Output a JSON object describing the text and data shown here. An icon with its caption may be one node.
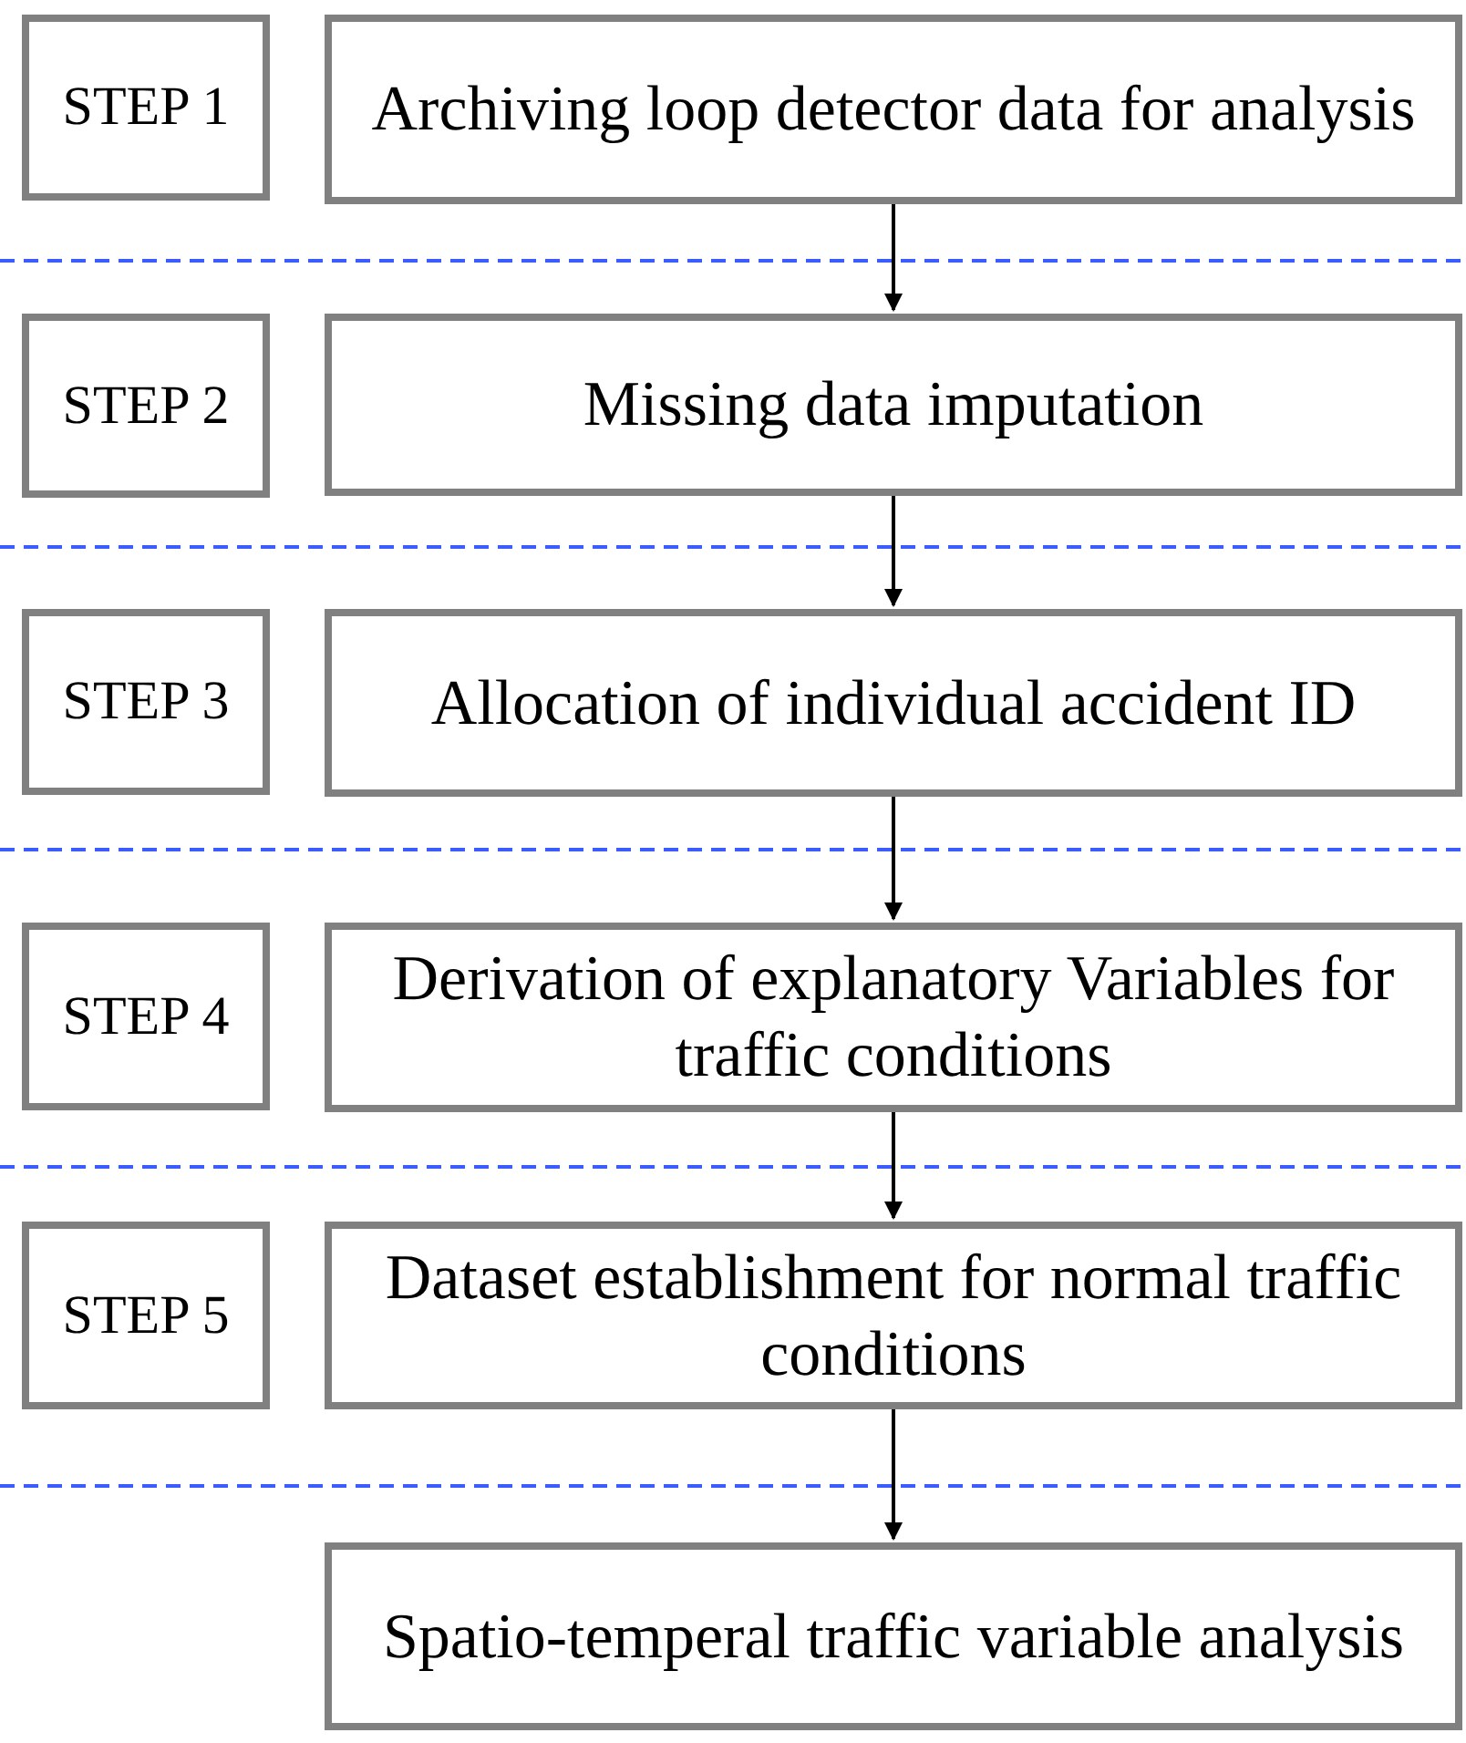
{
  "diagram": {
    "nodes": [
      {
        "text": [
          "STEP 1"
        ]
      },
      {
        "text": [
          "Archiving loop detector data for analysis"
        ]
      },
      {
        "text": [
          "STEP 2"
        ]
      },
      {
        "text": [
          "Missing data imputation"
        ]
      },
      {
        "text": [
          "STEP 3"
        ]
      },
      {
        "text": [
          "Allocation of individual accident ID"
        ]
      },
      {
        "text": [
          "STEP 4"
        ]
      },
      {
        "text": [
          "Derivation of explanatory Variables for traffic conditions"
        ]
      },
      {
        "text": [
          "STEP 5"
        ]
      },
      {
        "text": [
          "Dataset establishment for normal traffic conditions"
        ]
      },
      {
        "text": [
          "Spatio-temperal traffic variable analysis"
        ]
      }
    ],
    "edges": [
      {
        "from": 1,
        "to": 3,
        "arrow": "to"
      },
      {
        "from": 3,
        "to": 5,
        "arrow": "to"
      },
      {
        "from": 5,
        "to": 7,
        "arrow": "to"
      },
      {
        "from": 7,
        "to": 9,
        "arrow": "to"
      },
      {
        "from": 9,
        "to": 10,
        "arrow": "to"
      }
    ]
  }
}
